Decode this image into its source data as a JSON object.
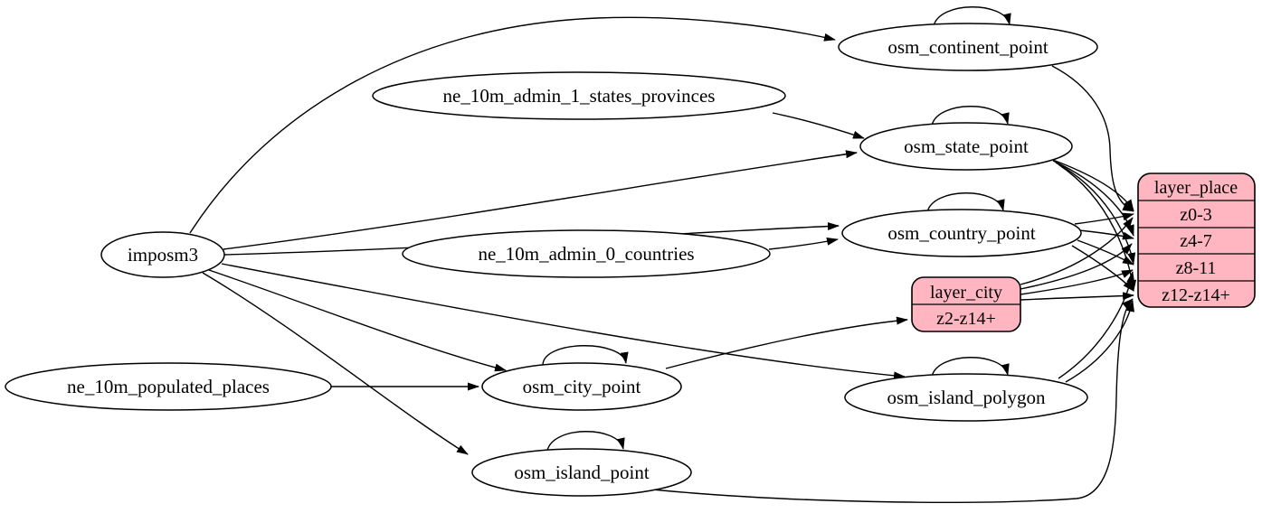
{
  "diagram": {
    "type": "etl-dependency-graph",
    "background": "#ffffff",
    "colors": {
      "node_fill": "#ffffff",
      "table_fill": "#ffb6c1",
      "stroke": "#000000"
    },
    "nodes": {
      "imposm3": {
        "label": "imposm3"
      },
      "ne_10m_admin_1_states_provinces": {
        "label": "ne_10m_admin_1_states_provinces"
      },
      "ne_10m_admin_0_countries": {
        "label": "ne_10m_admin_0_countries"
      },
      "ne_10m_populated_places": {
        "label": "ne_10m_populated_places"
      },
      "osm_continent_point": {
        "label": "osm_continent_point"
      },
      "osm_state_point": {
        "label": "osm_state_point"
      },
      "osm_country_point": {
        "label": "osm_country_point"
      },
      "osm_city_point": {
        "label": "osm_city_point"
      },
      "osm_island_polygon": {
        "label": "osm_island_polygon"
      },
      "osm_island_point": {
        "label": "osm_island_point"
      }
    },
    "tables": {
      "layer_city": {
        "title": "layer_city",
        "rows": [
          "z2-z14+"
        ]
      },
      "layer_place": {
        "title": "layer_place",
        "rows": [
          "z0-3",
          "z4-7",
          "z8-11",
          "z12-z14+"
        ]
      }
    },
    "edges": [
      {
        "from": "imposm3",
        "to": "osm_continent_point"
      },
      {
        "from": "imposm3",
        "to": "osm_state_point"
      },
      {
        "from": "imposm3",
        "to": "osm_country_point"
      },
      {
        "from": "imposm3",
        "to": "osm_city_point"
      },
      {
        "from": "imposm3",
        "to": "osm_island_polygon"
      },
      {
        "from": "imposm3",
        "to": "osm_island_point"
      },
      {
        "from": "ne_10m_admin_1_states_provinces",
        "to": "osm_state_point"
      },
      {
        "from": "ne_10m_admin_0_countries",
        "to": "osm_country_point"
      },
      {
        "from": "ne_10m_populated_places",
        "to": "osm_city_point"
      },
      {
        "from": "osm_continent_point",
        "to": "osm_continent_point"
      },
      {
        "from": "osm_state_point",
        "to": "osm_state_point"
      },
      {
        "from": "osm_country_point",
        "to": "osm_country_point"
      },
      {
        "from": "osm_city_point",
        "to": "osm_city_point"
      },
      {
        "from": "osm_island_polygon",
        "to": "osm_island_polygon"
      },
      {
        "from": "osm_island_point",
        "to": "osm_island_point"
      },
      {
        "from": "osm_city_point",
        "to": "layer_city:z2-z14+"
      },
      {
        "from": "osm_continent_point",
        "to": "layer_place:z0-3"
      },
      {
        "from": "osm_state_point",
        "to": "layer_place:z0-3"
      },
      {
        "from": "osm_state_point",
        "to": "layer_place:z4-7"
      },
      {
        "from": "osm_state_point",
        "to": "layer_place:z8-11"
      },
      {
        "from": "osm_state_point",
        "to": "layer_place:z12-z14+"
      },
      {
        "from": "osm_country_point",
        "to": "layer_place:z0-3"
      },
      {
        "from": "osm_country_point",
        "to": "layer_place:z4-7"
      },
      {
        "from": "osm_country_point",
        "to": "layer_place:z8-11"
      },
      {
        "from": "osm_country_point",
        "to": "layer_place:z12-z14+"
      },
      {
        "from": "layer_city",
        "to": "layer_place:z0-3"
      },
      {
        "from": "layer_city",
        "to": "layer_place:z4-7"
      },
      {
        "from": "layer_city",
        "to": "layer_place:z8-11"
      },
      {
        "from": "layer_city",
        "to": "layer_place:z12-z14+"
      },
      {
        "from": "osm_island_polygon",
        "to": "layer_place:z8-11"
      },
      {
        "from": "osm_island_polygon",
        "to": "layer_place:z12-z14+"
      },
      {
        "from": "osm_island_point",
        "to": "layer_place:z12-z14+"
      }
    ]
  }
}
